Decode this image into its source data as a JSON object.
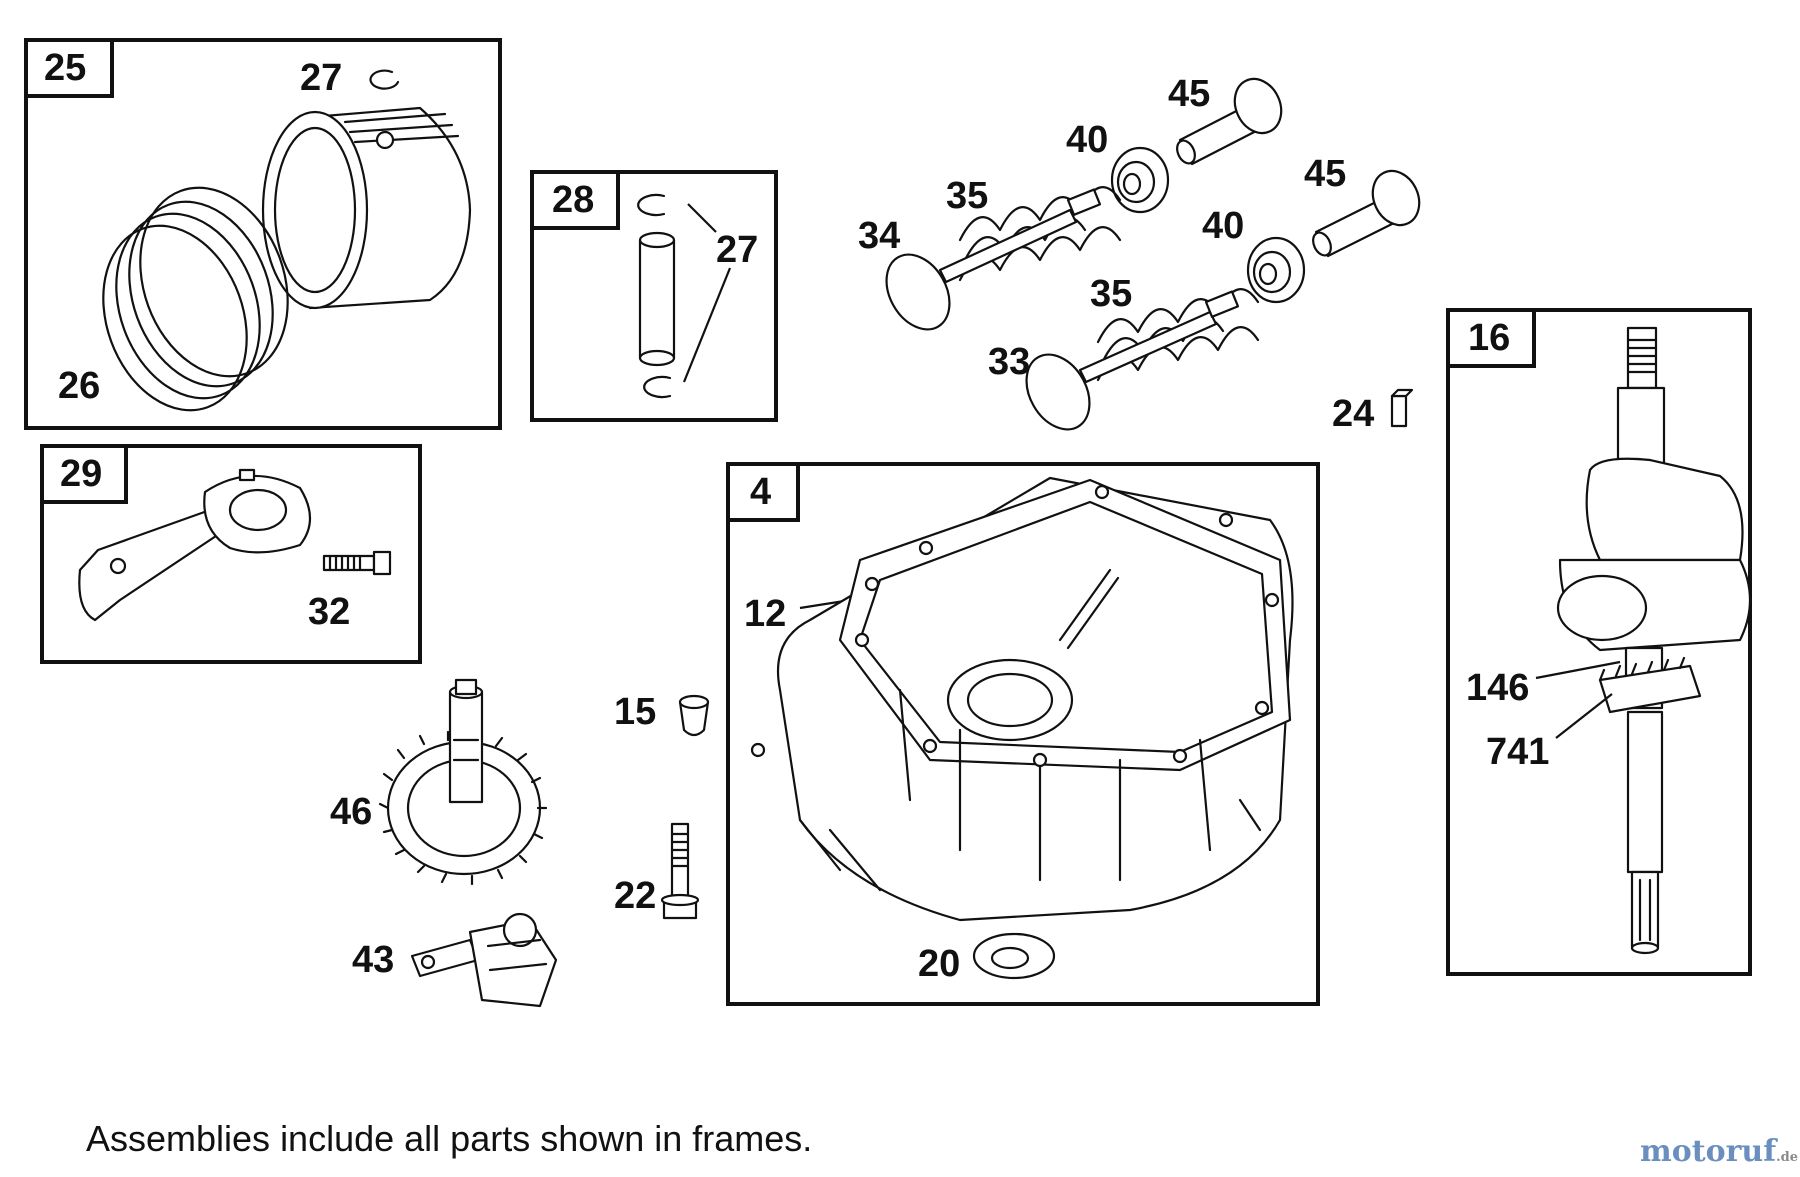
{
  "footnote": "Assemblies include all parts shown in frames.",
  "watermark": {
    "text": "motoruf",
    "tld": ".de"
  },
  "frames": {
    "f25": "25",
    "f28": "28",
    "f29": "29",
    "f4": "4",
    "f16": "16"
  },
  "callouts": {
    "c27a": "27",
    "c26": "26",
    "c27b": "27",
    "c32": "32",
    "c45a": "45",
    "c40a": "40",
    "c35a": "35",
    "c34": "34",
    "c45b": "45",
    "c40b": "40",
    "c35b": "35",
    "c33": "33",
    "c24": "24",
    "c12": "12",
    "c15": "15",
    "c46": "46",
    "c22": "22",
    "c43": "43",
    "c20": "20",
    "c146": "146",
    "c741": "741"
  }
}
